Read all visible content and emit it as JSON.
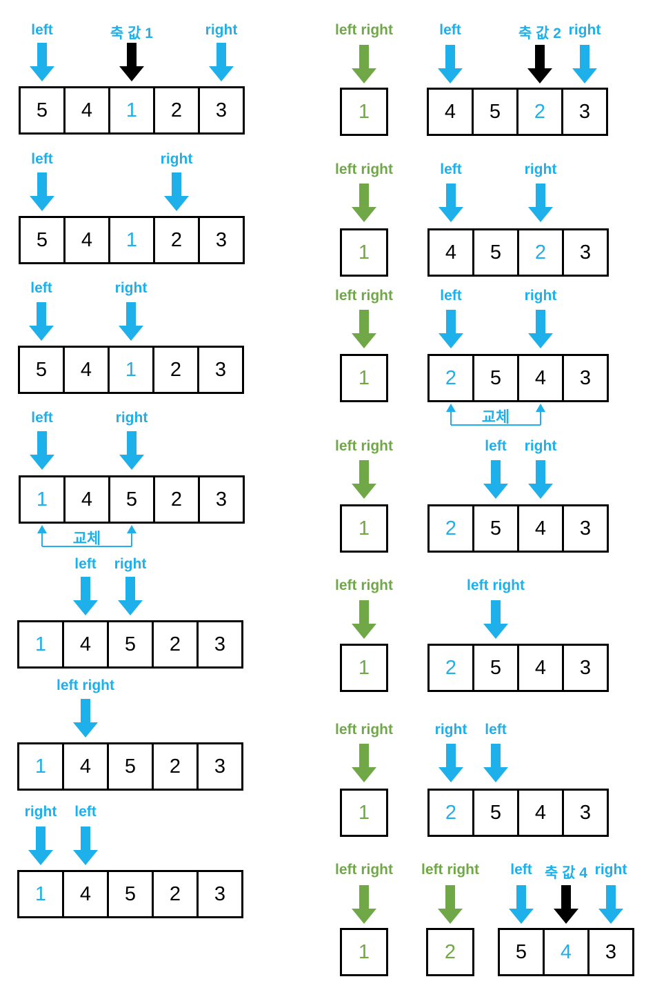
{
  "colors": {
    "pointer": "#1eb0ea",
    "pivot_arrow": "#000000",
    "sorted": "#70a848",
    "pivot_value": "#1eb0ea",
    "value": "#000000",
    "swap": "#1eb0ea"
  },
  "labels": {
    "left": "left",
    "right": "right",
    "swap": "교체",
    "pivot_prefix": "축 값"
  },
  "steps": [
    {
      "id": "l1",
      "groups": [
        {
          "values": [
            "5",
            "4",
            "1",
            "2",
            "3"
          ],
          "pivot_index": 2
        }
      ],
      "pointers": [
        {
          "label": "left",
          "index": 0
        },
        {
          "label": "축 값 1",
          "index": 2,
          "kind": "pivot"
        },
        {
          "label": "right",
          "index": 4
        }
      ]
    },
    {
      "id": "l2",
      "groups": [
        {
          "values": [
            "5",
            "4",
            "1",
            "2",
            "3"
          ],
          "pivot_index": 2
        }
      ],
      "pointers": [
        {
          "label": "left",
          "index": 0
        },
        {
          "label": "right",
          "index": 3
        }
      ]
    },
    {
      "id": "l3",
      "groups": [
        {
          "values": [
            "5",
            "4",
            "1",
            "2",
            "3"
          ],
          "pivot_index": 2
        }
      ],
      "pointers": [
        {
          "label": "left",
          "index": 0
        },
        {
          "label": "right",
          "index": 2
        }
      ]
    },
    {
      "id": "l4",
      "groups": [
        {
          "values": [
            "1",
            "4",
            "5",
            "2",
            "3"
          ],
          "pivot_index": 0
        }
      ],
      "pointers": [
        {
          "label": "left",
          "index": 0
        },
        {
          "label": "right",
          "index": 2
        }
      ],
      "swap": {
        "label": "교체",
        "from": 0,
        "to": 2
      }
    },
    {
      "id": "l5",
      "groups": [
        {
          "values": [
            "1",
            "4",
            "5",
            "2",
            "3"
          ],
          "pivot_index": 0
        }
      ],
      "pointers": [
        {
          "label": "left",
          "index": 1
        },
        {
          "label": "right",
          "index": 2
        }
      ]
    },
    {
      "id": "l6",
      "groups": [
        {
          "values": [
            "1",
            "4",
            "5",
            "2",
            "3"
          ],
          "pivot_index": 0
        }
      ],
      "pointers": [
        {
          "label": "left right",
          "index": 1
        }
      ]
    },
    {
      "id": "l7",
      "groups": [
        {
          "values": [
            "1",
            "4",
            "5",
            "2",
            "3"
          ],
          "pivot_index": 0
        }
      ],
      "pointers": [
        {
          "label": "right",
          "index": 0
        },
        {
          "label": "left",
          "index": 1
        }
      ]
    },
    {
      "id": "r1",
      "groups": [
        {
          "values": [
            "1"
          ],
          "sorted": true,
          "pointer": "left right"
        },
        {
          "values": [
            "4",
            "5",
            "2",
            "3"
          ],
          "pivot_index": 2
        }
      ],
      "pointers": [
        {
          "label": "left",
          "index": 0
        },
        {
          "label": "축 값 2",
          "index": 2,
          "kind": "pivot"
        },
        {
          "label": "right",
          "index": 3
        }
      ]
    },
    {
      "id": "r2",
      "groups": [
        {
          "values": [
            "1"
          ],
          "sorted": true,
          "pointer": "left right"
        },
        {
          "values": [
            "4",
            "5",
            "2",
            "3"
          ],
          "pivot_index": 2
        }
      ],
      "pointers": [
        {
          "label": "left",
          "index": 0
        },
        {
          "label": "right",
          "index": 2
        }
      ]
    },
    {
      "id": "r3",
      "groups": [
        {
          "values": [
            "1"
          ],
          "sorted": true,
          "pointer": "left right"
        },
        {
          "values": [
            "2",
            "5",
            "4",
            "3"
          ],
          "pivot_index": 0
        }
      ],
      "pointers": [
        {
          "label": "left",
          "index": 0
        },
        {
          "label": "right",
          "index": 2
        }
      ],
      "swap": {
        "label": "교체",
        "from": 0,
        "to": 2
      }
    },
    {
      "id": "r4",
      "groups": [
        {
          "values": [
            "1"
          ],
          "sorted": true,
          "pointer": "left right"
        },
        {
          "values": [
            "2",
            "5",
            "4",
            "3"
          ],
          "pivot_index": 0
        }
      ],
      "pointers": [
        {
          "label": "left",
          "index": 1
        },
        {
          "label": "right",
          "index": 2
        }
      ]
    },
    {
      "id": "r5",
      "groups": [
        {
          "values": [
            "1"
          ],
          "sorted": true,
          "pointer": "left right"
        },
        {
          "values": [
            "2",
            "5",
            "4",
            "3"
          ],
          "pivot_index": 0
        }
      ],
      "pointers": [
        {
          "label": "left right",
          "index": 1
        }
      ]
    },
    {
      "id": "r6",
      "groups": [
        {
          "values": [
            "1"
          ],
          "sorted": true,
          "pointer": "left right"
        },
        {
          "values": [
            "2",
            "5",
            "4",
            "3"
          ],
          "pivot_index": 0
        }
      ],
      "pointers": [
        {
          "label": "right",
          "index": 0
        },
        {
          "label": "left",
          "index": 1
        }
      ]
    },
    {
      "id": "r7",
      "groups": [
        {
          "values": [
            "1"
          ],
          "sorted": true,
          "pointer": "left right"
        },
        {
          "values": [
            "2"
          ],
          "sorted": true,
          "pointer": "left right"
        },
        {
          "values": [
            "5",
            "4",
            "3"
          ],
          "pivot_index": 1
        }
      ],
      "pointers": [
        {
          "label": "left",
          "index": 0
        },
        {
          "label": "축 값 4",
          "index": 1,
          "kind": "pivot"
        },
        {
          "label": "right",
          "index": 2
        }
      ]
    }
  ]
}
